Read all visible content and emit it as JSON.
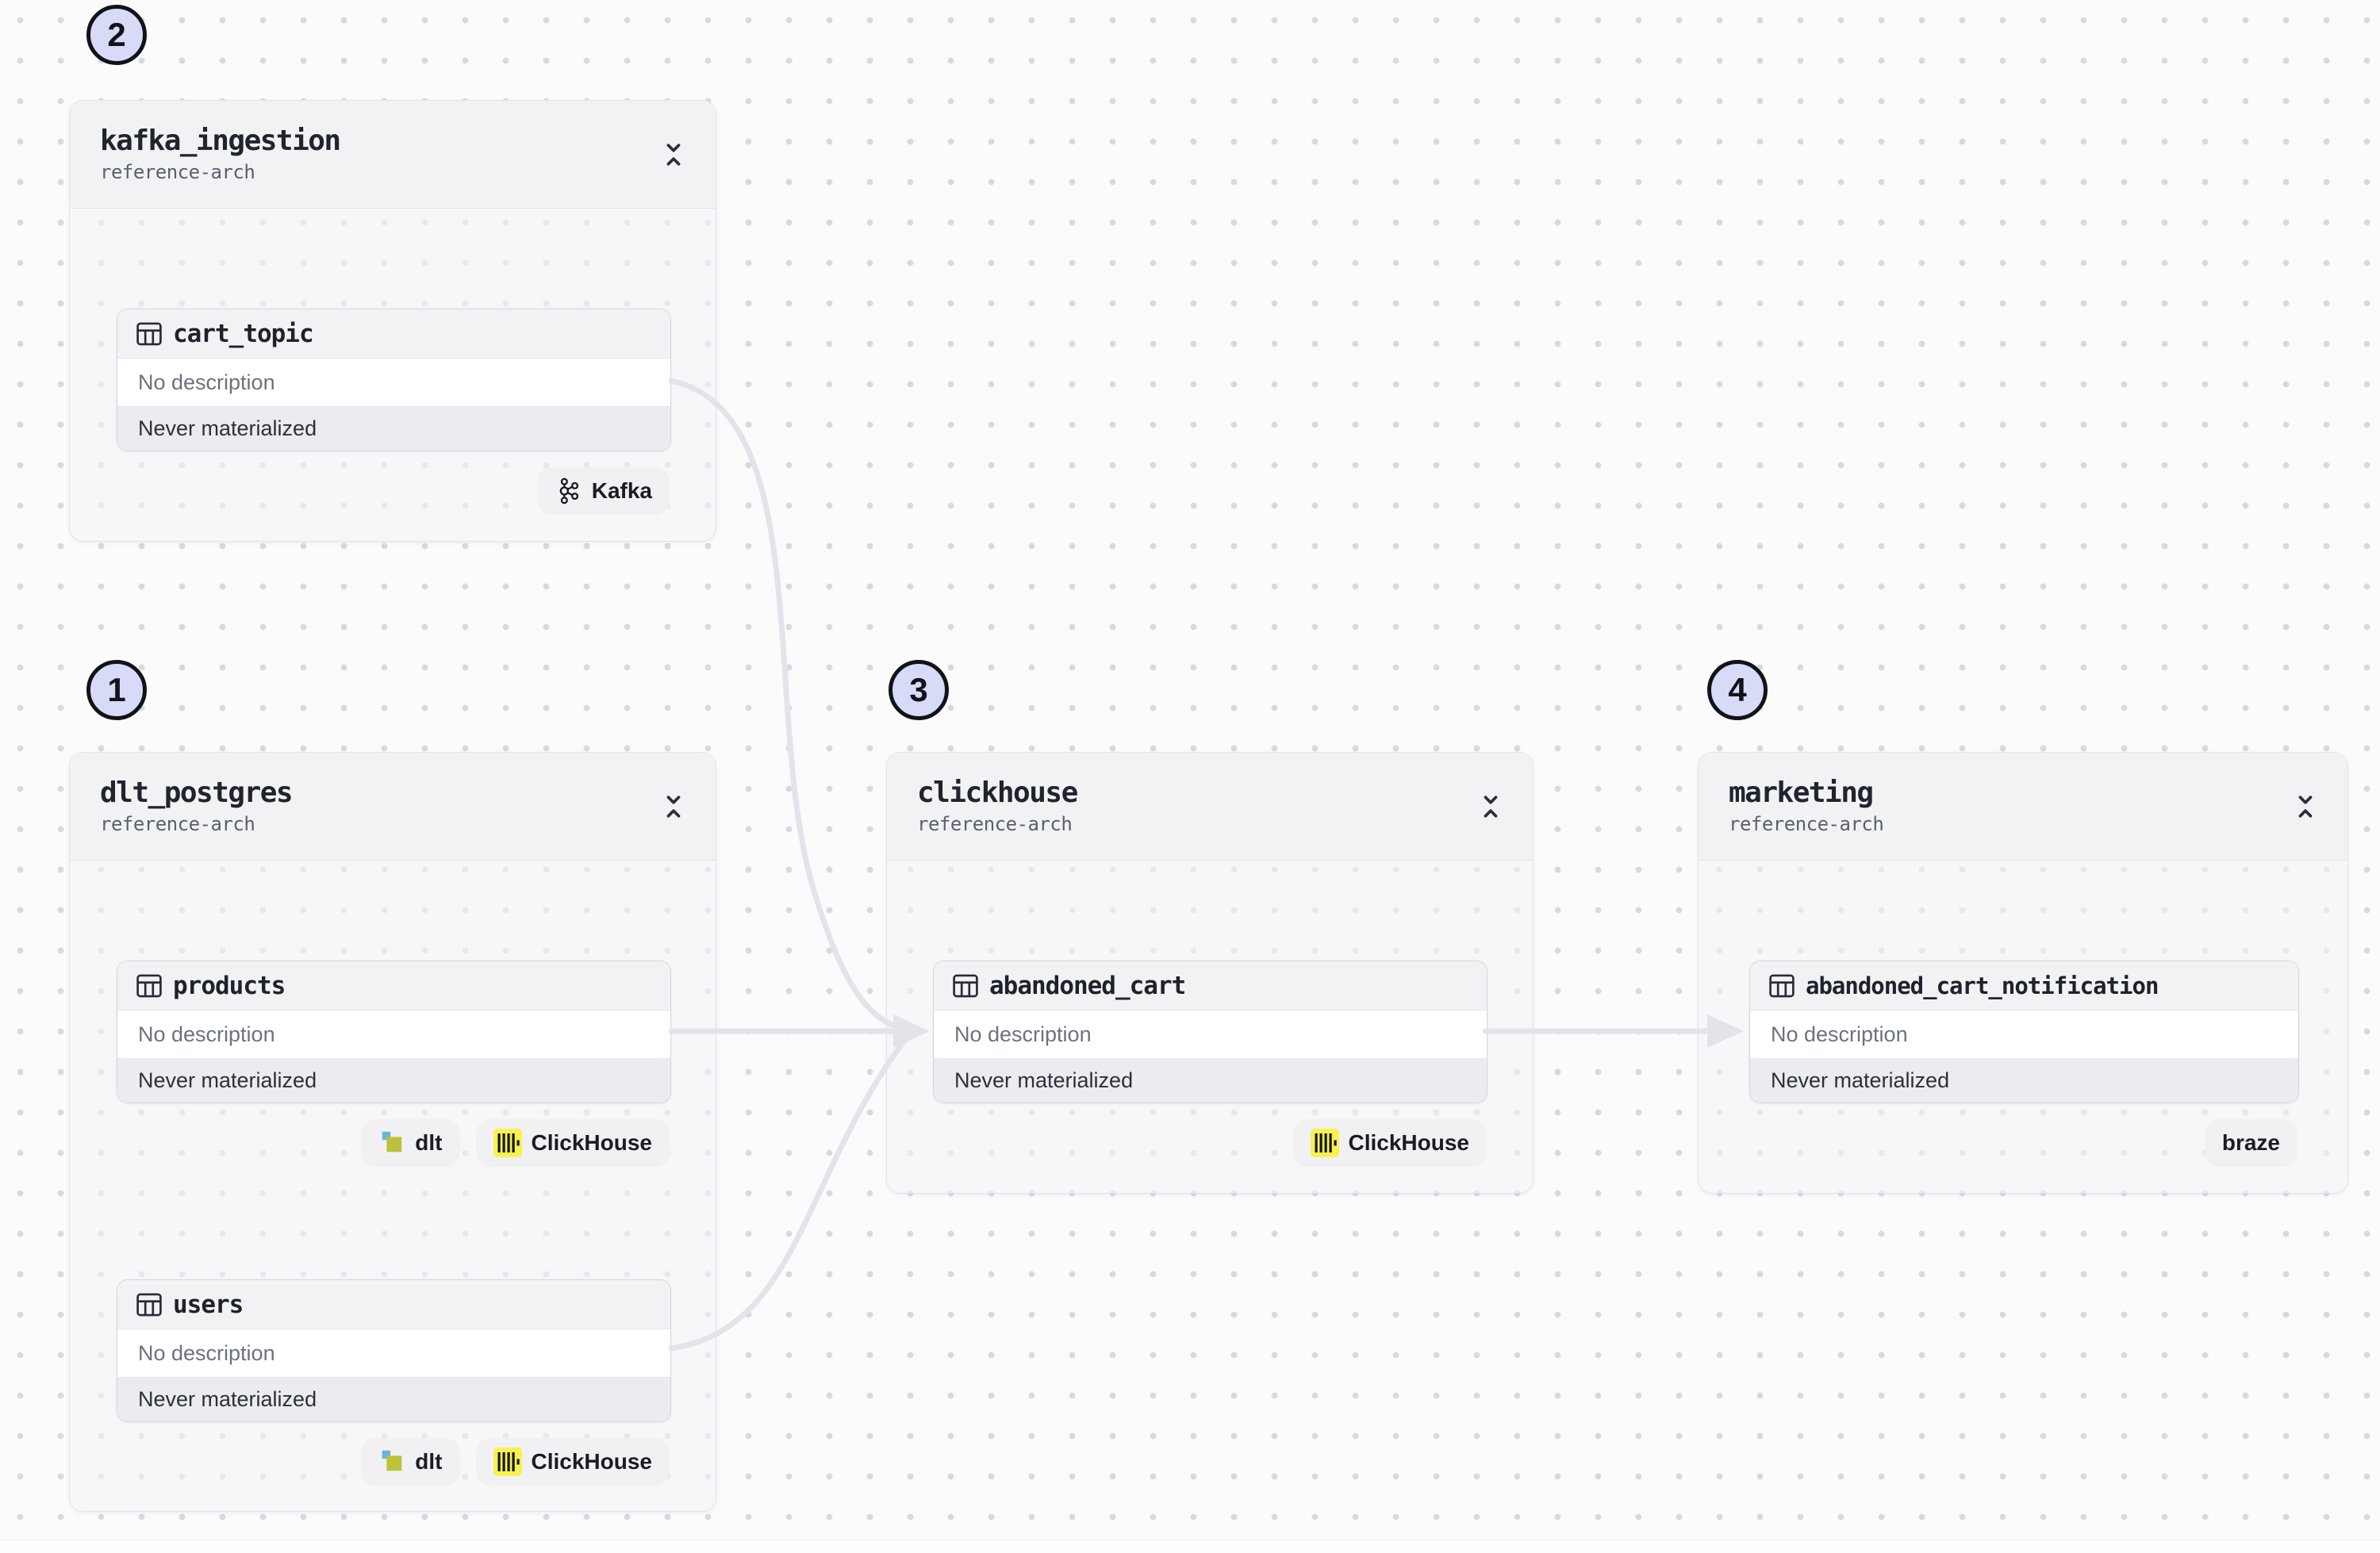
{
  "colors": {
    "canvas_bg": "#fbfbfc",
    "dot_grid": "#d8d9e0",
    "edge": "#e2e4e9",
    "step_badge_bg": "#d7dbf8",
    "step_badge_border": "#111319",
    "clickhouse_yellow": "#f9f14f",
    "dlt_teal": "#6cb2d3",
    "dlt_olive": "#bcc23b"
  },
  "steps": [
    {
      "label": "2"
    },
    {
      "label": "1"
    },
    {
      "label": "3"
    },
    {
      "label": "4"
    }
  ],
  "groups": [
    {
      "title": "kafka_ingestion",
      "subtitle": "reference-arch",
      "assets": [
        {
          "name": "cart_topic",
          "description": "No description",
          "status": "Never materialized",
          "tags": [
            {
              "label": "Kafka",
              "icon": "kafka-icon"
            }
          ]
        }
      ]
    },
    {
      "title": "dlt_postgres",
      "subtitle": "reference-arch",
      "assets": [
        {
          "name": "products",
          "description": "No description",
          "status": "Never materialized",
          "tags": [
            {
              "label": "dlt",
              "icon": "dlt-icon"
            },
            {
              "label": "ClickHouse",
              "icon": "clickhouse-icon"
            }
          ]
        },
        {
          "name": "users",
          "description": "No description",
          "status": "Never materialized",
          "tags": [
            {
              "label": "dlt",
              "icon": "dlt-icon"
            },
            {
              "label": "ClickHouse",
              "icon": "clickhouse-icon"
            }
          ]
        }
      ]
    },
    {
      "title": "clickhouse",
      "subtitle": "reference-arch",
      "assets": [
        {
          "name": "abandoned_cart",
          "description": "No description",
          "status": "Never materialized",
          "tags": [
            {
              "label": "ClickHouse",
              "icon": "clickhouse-icon"
            }
          ]
        }
      ]
    },
    {
      "title": "marketing",
      "subtitle": "reference-arch",
      "assets": [
        {
          "name": "abandoned_cart_notification",
          "description": "No description",
          "status": "Never materialized",
          "tags": [
            {
              "label": "braze",
              "icon": null
            }
          ]
        }
      ]
    }
  ],
  "edges": [
    {
      "from": "cart_topic",
      "to": "abandoned_cart"
    },
    {
      "from": "products",
      "to": "abandoned_cart"
    },
    {
      "from": "users",
      "to": "abandoned_cart"
    },
    {
      "from": "abandoned_cart",
      "to": "abandoned_cart_notification"
    }
  ]
}
